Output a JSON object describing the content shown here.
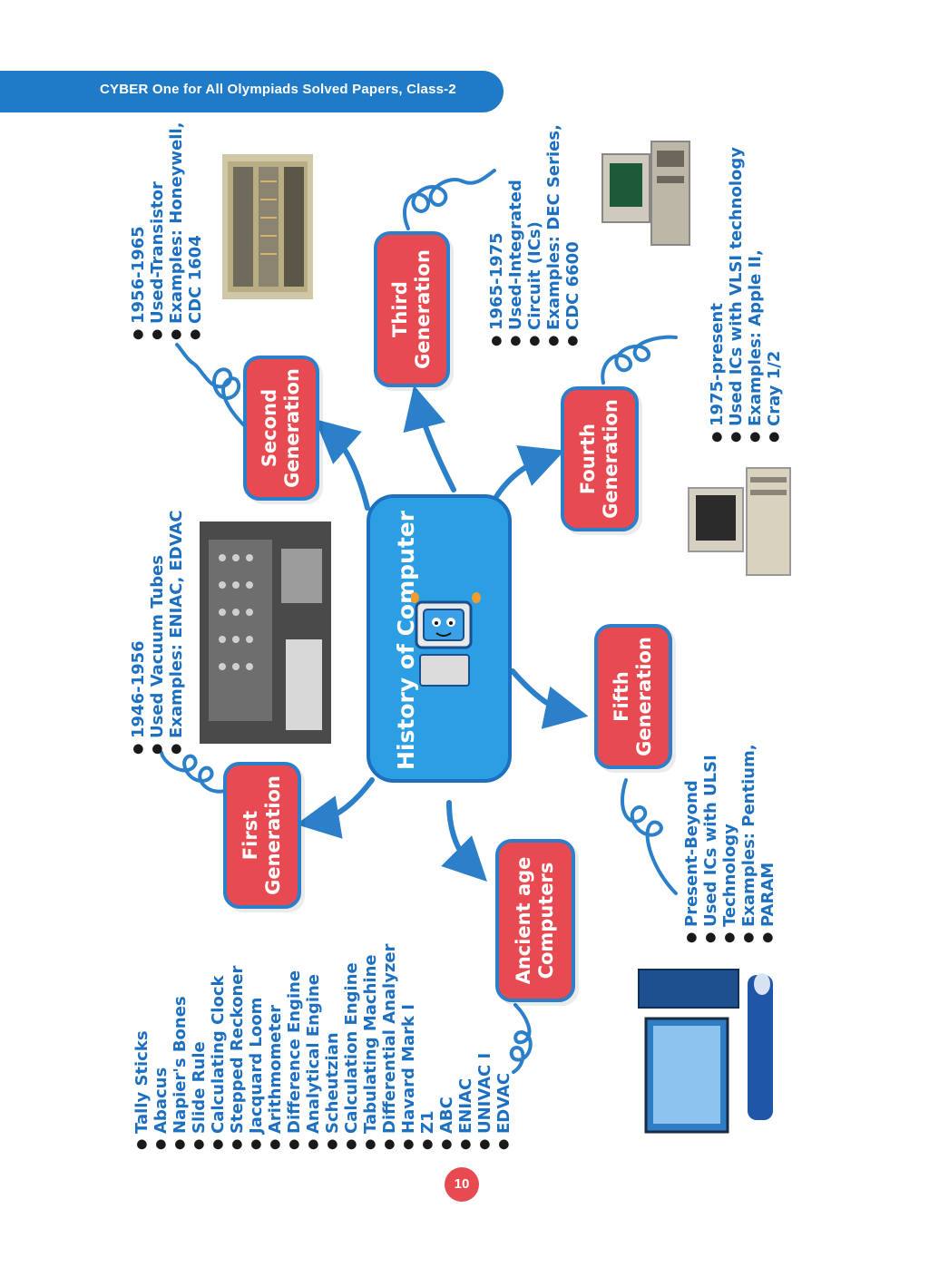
{
  "header": {
    "title": "CYBER One for All Olympiads Solved Papers, Class-2"
  },
  "center": {
    "title": "History of Computer"
  },
  "nodes": {
    "second": {
      "line1": "Second",
      "line2": "Generation",
      "items": [
        "1956-1965",
        "Used-Transistor",
        "Examples: Honeywell,",
        "CDC 1604"
      ]
    },
    "third": {
      "line1": "Third",
      "line2": "Generation",
      "items": [
        "1965-1975",
        "Used-Integrated",
        "Circuit (ICs)",
        "Examples: DEC Series,",
        "CDC 6600"
      ]
    },
    "fourth": {
      "line1": "Fourth",
      "line2": "Generation",
      "items": [
        "1975-present",
        "Used ICs with VLSI technology",
        "Examples: Apple II,",
        "Cray 1/2"
      ]
    },
    "first": {
      "line1": "First",
      "line2": "Generation",
      "items": [
        "1946-1956",
        "Used Vacuum Tubes",
        "Examples: ENIAC, EDVAC"
      ]
    },
    "fifth": {
      "line1": "Fifth",
      "line2": "Generation",
      "items": [
        "Present-Beyond",
        "Used ICs with ULSI",
        "Technology",
        "Examples: Pentium,",
        "PARAM"
      ]
    },
    "ancient": {
      "line1": "Ancient age",
      "line2": "Computers",
      "items": [
        "Tally Sticks",
        "Abacus",
        "Napier's Bones",
        "Slide Rule",
        "Calculating Clock",
        "Stepped Reckoner",
        "Jacquard Loom",
        "Arithmometer",
        "Difference Engine",
        "Analytical Engine",
        "Scheutzian",
        "Calculation Engine",
        "Tabulating Machine",
        "Differential Analyzer",
        "Havard Mark I",
        "Z1",
        "ABC",
        "ENIAC",
        "UNIVAC I",
        "EDVAC"
      ]
    }
  },
  "page": {
    "number": "10"
  },
  "colors": {
    "header": "#1f7ac7",
    "pill": "#e84a52",
    "pill_border": "#2b80c9",
    "center": "#2c9ee3",
    "text_blue": "#1d6fc0"
  }
}
